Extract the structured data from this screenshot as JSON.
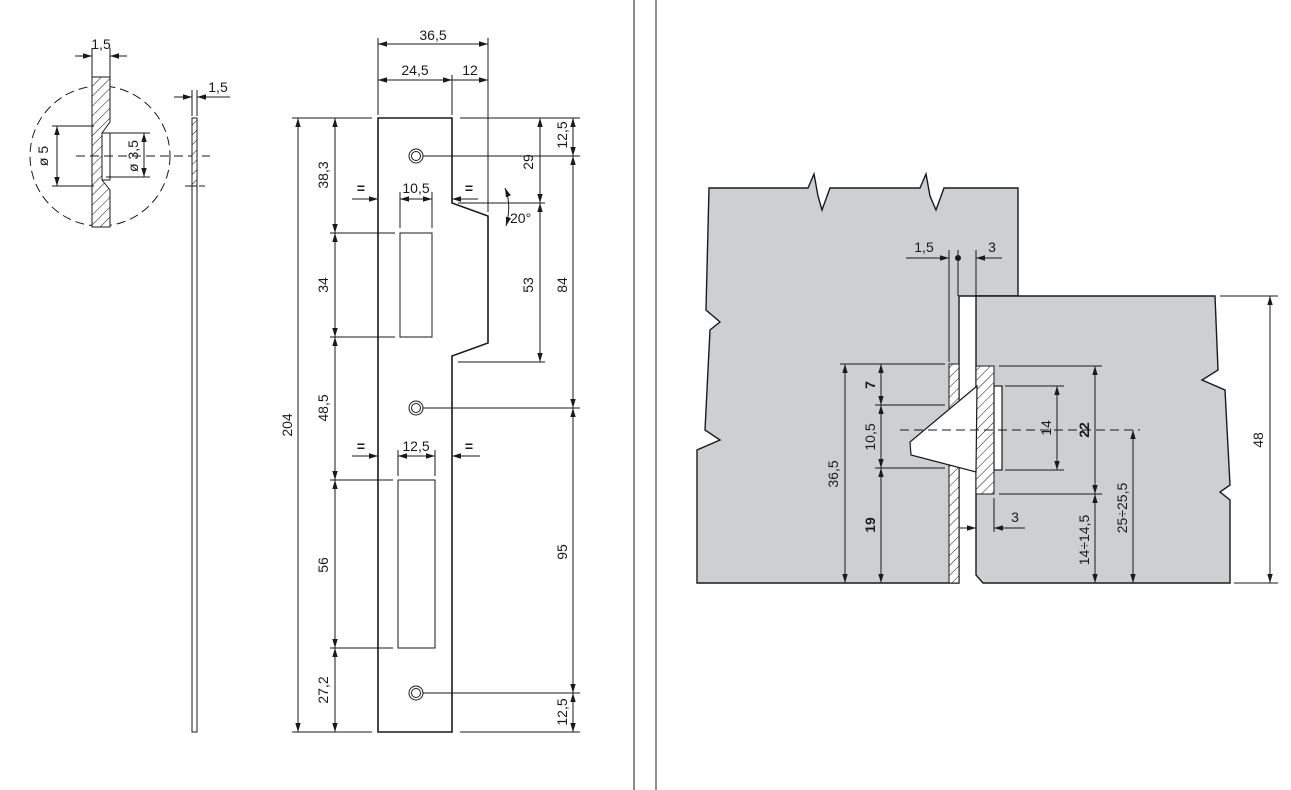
{
  "section_detail": {
    "thickness_top": "1,5",
    "dia_outer": "ø 5",
    "dia_inner": "ø 3,5",
    "thickness_side": "1,5"
  },
  "plate": {
    "width_total": "36,5",
    "width_main": "24,5",
    "width_tongue": "12",
    "height_total": "204",
    "seg_38": "38,3",
    "seg_34": "34",
    "seg_48": "48,5",
    "seg_56": "56",
    "seg_27": "27,2",
    "slot1_width": "10,5",
    "slot2_width": "12,5",
    "equal": "=",
    "dim_29": "29",
    "dim_53": "53",
    "dim_12a": "12,5",
    "dim_84": "84",
    "dim_95": "95",
    "dim_12b": "12,5",
    "angle": "20°"
  },
  "installation": {
    "gap_left": "1,5",
    "gap_right": "3",
    "total": "36,5",
    "seg_7": "7",
    "seg_10": "10,5",
    "seg_19": "19",
    "keep_14": "14",
    "keep_22": "22",
    "keep_offset": "14÷14,5",
    "center_offset": "25÷25,5",
    "depth_3": "3",
    "door_48": "48"
  }
}
